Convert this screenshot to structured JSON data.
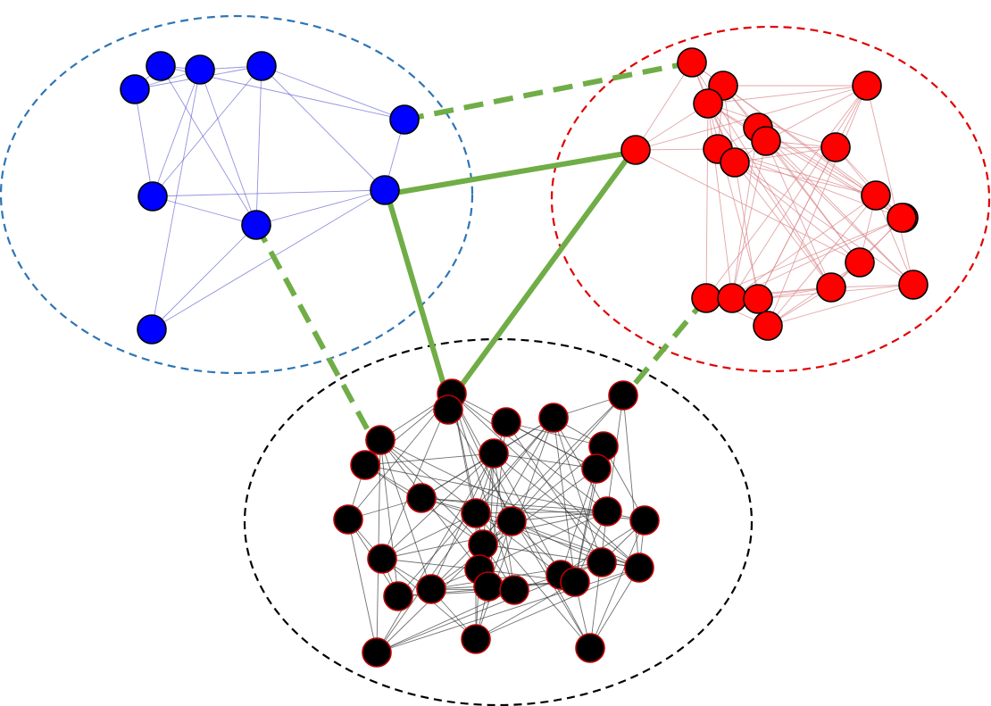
{
  "colors": {
    "background": "#ffffff",
    "blue_node": "#0000ff",
    "blue_edge": "#3a3ac8",
    "blue_boundary": "#2e75b6",
    "red_node": "#ff0000",
    "red_edge": "#d9858a",
    "red_boundary": "#e00000",
    "black_node": "#000000",
    "black_node_stroke": "#c00000",
    "black_edge": "#333333",
    "black_boundary": "#000000",
    "inter_link": "#70ad47"
  },
  "communities": [
    {
      "name": "blue-community",
      "color_key": "blue"
    },
    {
      "name": "red-community",
      "color_key": "red"
    },
    {
      "name": "black-community",
      "color_key": "black"
    }
  ],
  "inter_links": [
    {
      "name": "blue-red-dashed-link",
      "style": "dashed"
    },
    {
      "name": "blue-red-solid-link",
      "style": "solid"
    },
    {
      "name": "blue-black-solid-link",
      "style": "solid"
    },
    {
      "name": "red-black-solid-link",
      "style": "solid"
    },
    {
      "name": "blue-black-dashed-link",
      "style": "dashed"
    },
    {
      "name": "red-black-dashed-link",
      "style": "dashed"
    }
  ]
}
